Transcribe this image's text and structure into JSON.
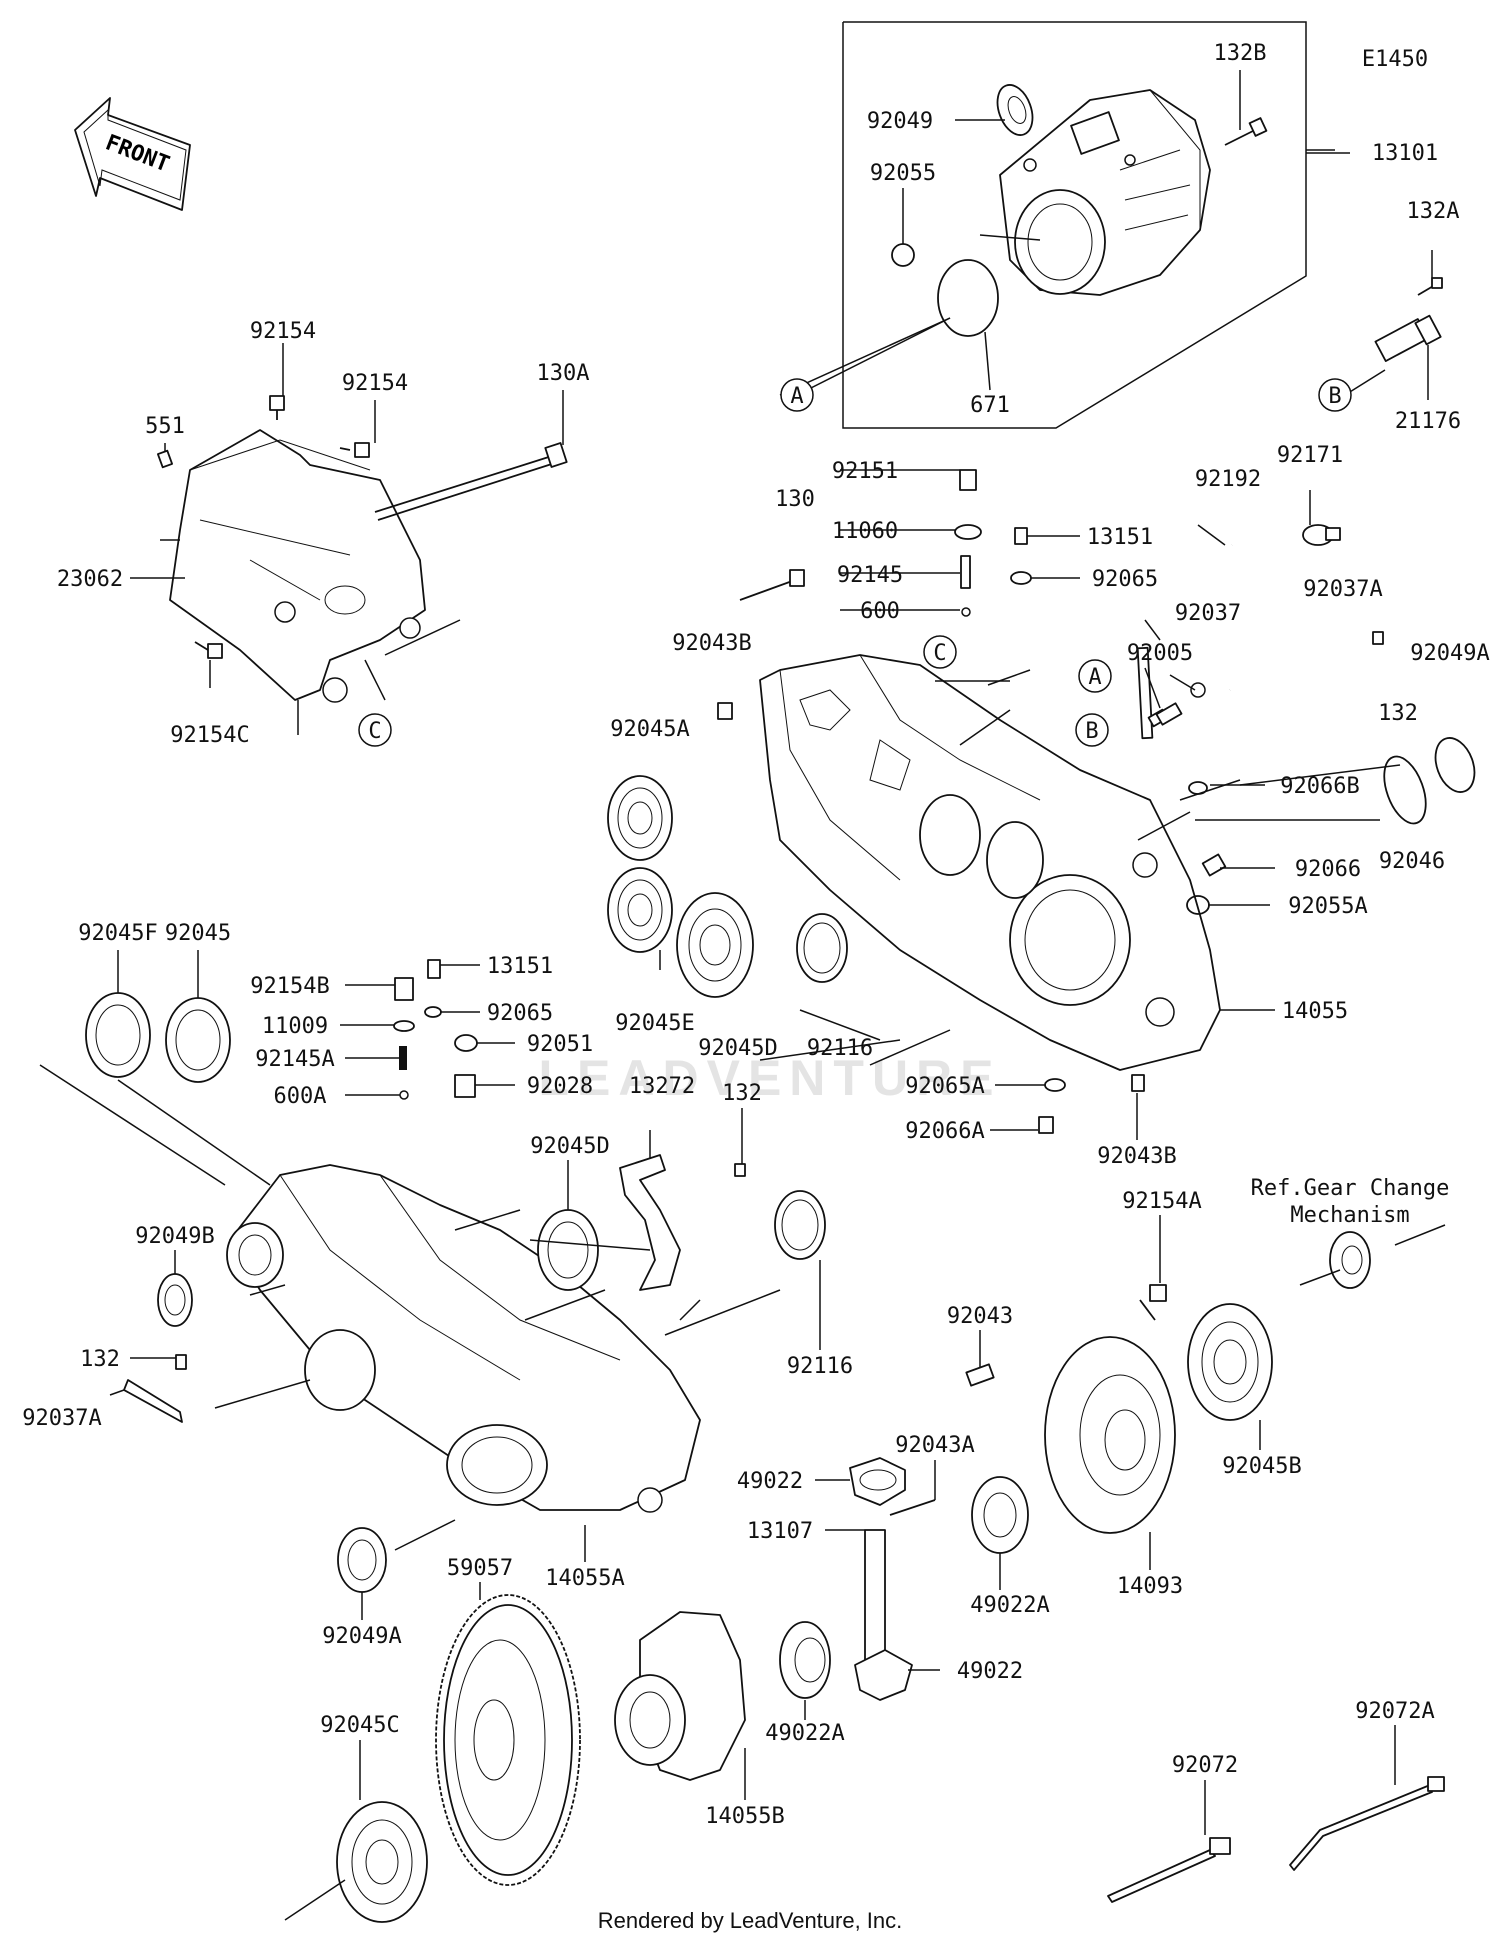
{
  "diagram_code": "E1450",
  "front_arrow": "FRONT",
  "footer": "Rendered by LeadVenture, Inc.",
  "watermark": "LEADVENTURE",
  "reference_note": [
    "Ref.Gear Change",
    "Mechanism"
  ],
  "callouts": [
    "A",
    "B",
    "C"
  ],
  "labels": {
    "l_132B": "132B",
    "l_13101": "13101",
    "l_92049": "92049",
    "l_92055": "92055",
    "l_671": "671",
    "l_132A": "132A",
    "l_21176": "21176",
    "l_92154_1": "92154",
    "l_92154_2": "92154",
    "l_130A": "130A",
    "l_551": "551",
    "l_23062": "23062",
    "l_92154C": "92154C",
    "l_92151": "92151",
    "l_130": "130",
    "l_11060": "11060",
    "l_13151_top": "13151",
    "l_92145": "92145",
    "l_92065_top": "92065",
    "l_600": "600",
    "l_92192": "92192",
    "l_92171": "92171",
    "l_92043B_top": "92043B",
    "l_92037": "92037",
    "l_92037A_top": "92037A",
    "l_92005": "92005",
    "l_92045A": "92045A",
    "l_132_top": "132",
    "l_92049A_top": "92049A",
    "l_92066B": "92066B",
    "l_92046": "92046",
    "l_92066": "92066",
    "l_92055A": "92055A",
    "l_92045F": "92045F",
    "l_92045": "92045",
    "l_92045E": "92045E",
    "l_92154B": "92154B",
    "l_13151_mid": "13151",
    "l_11009": "11009",
    "l_92065_mid": "92065",
    "l_92145A": "92145A",
    "l_92051": "92051",
    "l_600A": "600A",
    "l_92028": "92028",
    "l_13272": "13272",
    "l_132_mid": "132",
    "l_92045D_top": "92045D",
    "l_92116_top": "92116",
    "l_14055": "14055",
    "l_92065A": "92065A",
    "l_92066A": "92066A",
    "l_92043B_mid": "92043B",
    "l_92045D_mid": "92045D",
    "l_92049B": "92049B",
    "l_132_left": "132",
    "l_92037A_left": "92037A",
    "l_92154A": "92154A",
    "l_92043": "92043",
    "l_92116_mid": "92116",
    "l_92043A": "92043A",
    "l_49022_top": "49022",
    "l_13107": "13107",
    "l_49022A_right": "49022A",
    "l_14093": "14093",
    "l_92045B": "92045B",
    "l_92049A_low": "92049A",
    "l_59057": "59057",
    "l_14055A": "14055A",
    "l_49022_low": "49022",
    "l_49022A_low": "49022A",
    "l_92045C": "92045C",
    "l_14055B": "14055B",
    "l_92072": "92072",
    "l_92072A": "92072A"
  }
}
